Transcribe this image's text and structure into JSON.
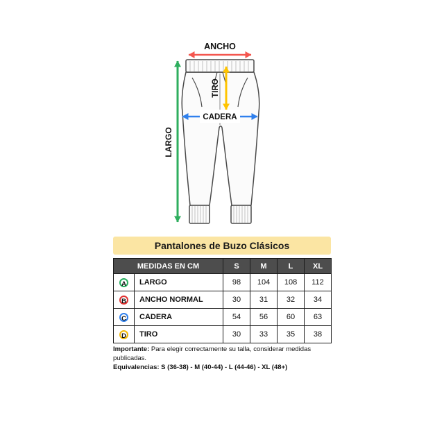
{
  "diagram": {
    "labels": {
      "ancho": "ANCHO",
      "tiro": "TIRO",
      "cadera": "CADERA",
      "largo": "LARGO"
    },
    "colors": {
      "ancho": "#f4564e",
      "tiro": "#ffc400",
      "cadera": "#2f80ed",
      "largo": "#2eae5e"
    }
  },
  "title_bar": {
    "text": "Pantalones de Buzo Clásicos",
    "background": "#fbe5a3"
  },
  "table": {
    "header": {
      "measures_label": "MEDIDAS EN CM",
      "sizes": [
        "S",
        "M",
        "L",
        "XL"
      ]
    },
    "rows": [
      {
        "badge": "A",
        "color": "#27ae60",
        "label": "LARGO",
        "values": [
          "98",
          "104",
          "108",
          "112"
        ]
      },
      {
        "badge": "B",
        "color": "#e03131",
        "label": "ANCHO NORMAL",
        "values": [
          "30",
          "31",
          "32",
          "34"
        ]
      },
      {
        "badge": "C",
        "color": "#2f80ed",
        "label": "CADERA",
        "values": [
          "54",
          "56",
          "60",
          "63"
        ]
      },
      {
        "badge": "D",
        "color": "#f2b705",
        "label": "TIRO",
        "values": [
          "30",
          "33",
          "35",
          "38"
        ]
      }
    ]
  },
  "footer": {
    "important_label": "Importante:",
    "important_text": "Para elegir correctamente su talla, considerar medidas publicadas.",
    "equivalences_label": "Equivalencias:",
    "equivalences_text": "S (36-38) - M (40-44) - L (44-46) - XL (48+)"
  },
  "chart_data": {
    "type": "table",
    "title": "Pantalones de Buzo Clásicos",
    "columns": [
      "MEDIDAS EN CM",
      "S",
      "M",
      "L",
      "XL"
    ],
    "rows": [
      [
        "LARGO",
        98,
        104,
        108,
        112
      ],
      [
        "ANCHO NORMAL",
        30,
        31,
        32,
        34
      ],
      [
        "CADERA",
        54,
        56,
        60,
        63
      ],
      [
        "TIRO",
        30,
        33,
        35,
        38
      ]
    ]
  }
}
